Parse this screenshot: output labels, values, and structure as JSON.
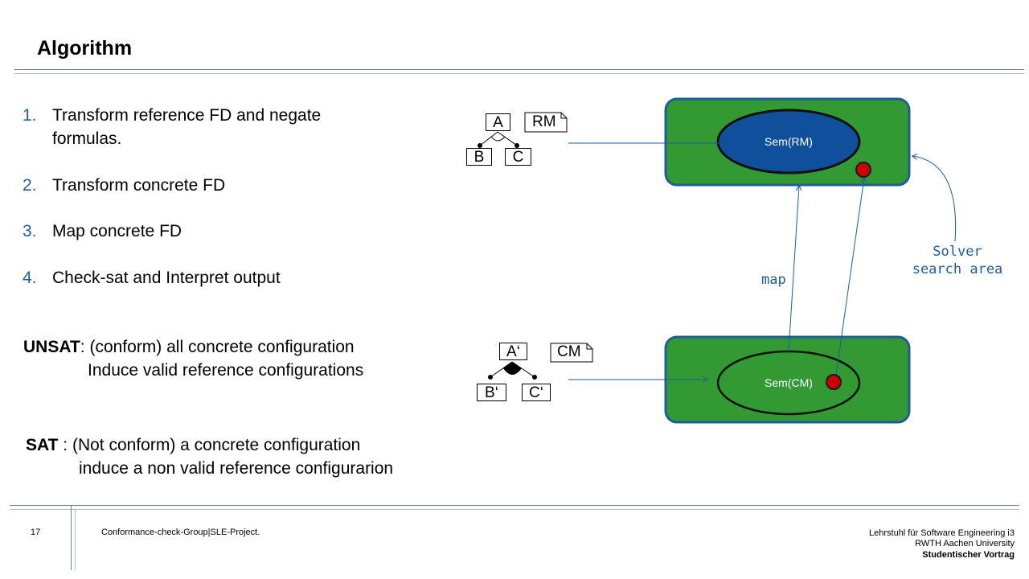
{
  "title": "Algorithm",
  "steps": [
    {
      "num": "1.",
      "text": "Transform reference FD and negate formulas."
    },
    {
      "num": "2.",
      "text": "Transform concrete FD"
    },
    {
      "num": "3.",
      "text": "Map concrete FD"
    },
    {
      "num": "4.",
      "text": "Check-sat and Interpret output"
    }
  ],
  "unsat": {
    "keyword": "UNSAT",
    "line1": ": (conform) all concrete configuration",
    "line2": "Induce valid reference configurations"
  },
  "sat": {
    "keyword": "SAT",
    "line1": " : (Not conform) a concrete configuration",
    "line2": "induce a non valid reference configurarion"
  },
  "diagram": {
    "ref_fd": {
      "root": "A",
      "left": "B",
      "right": "C",
      "tag": "RM"
    },
    "con_fd": {
      "root": "A‘",
      "left": "B‘",
      "right": "C‘",
      "tag": "CM"
    },
    "sem_rm": "Sem(RM)",
    "sem_cm": "Sem(CM)",
    "map_label": "map",
    "solver_label_1": "Solver",
    "solver_label_2": "search area",
    "colors": {
      "box_fill": "#339933",
      "box_border": "#1f5c99",
      "ellipse_blue": "#0f4f9c",
      "dot_red": "#cc0000",
      "arrow": "#1f5c99"
    }
  },
  "footer": {
    "page": "17",
    "project": "Conformance-check-Group|SLE-Project.",
    "org1": "Lehrstuhl für Software Engineering i3",
    "org2": "RWTH Aachen University",
    "org3": "Studentischer Vortrag"
  }
}
